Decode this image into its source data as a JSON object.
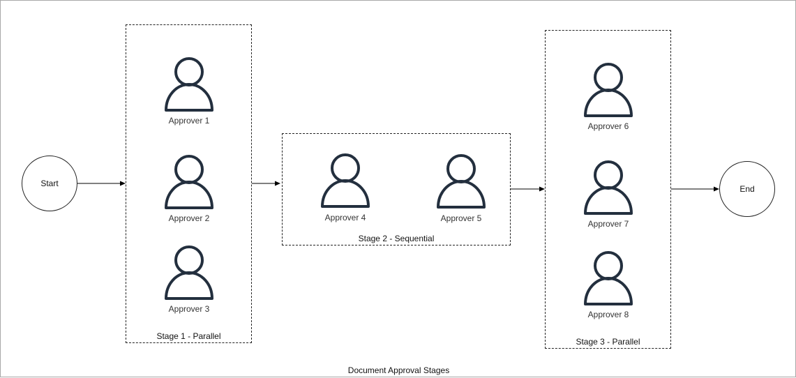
{
  "diagram": {
    "caption": "Document Approval Stages",
    "start": {
      "label": "Start"
    },
    "end": {
      "label": "End"
    },
    "stages": [
      {
        "label": "Stage 1 - Parallel",
        "approvers": [
          "Approver 1",
          "Approver 2",
          "Approver 3"
        ]
      },
      {
        "label": "Stage 2 - Sequential",
        "approvers": [
          "Approver 4",
          "Approver 5"
        ]
      },
      {
        "label": "Stage 3 - Parallel",
        "approvers": [
          "Approver 6",
          "Approver 7",
          "Approver 8"
        ]
      }
    ],
    "icons": {
      "approver": "user-icon"
    },
    "colors": {
      "icon_stroke": "#232f3e",
      "line": "#000000"
    }
  }
}
